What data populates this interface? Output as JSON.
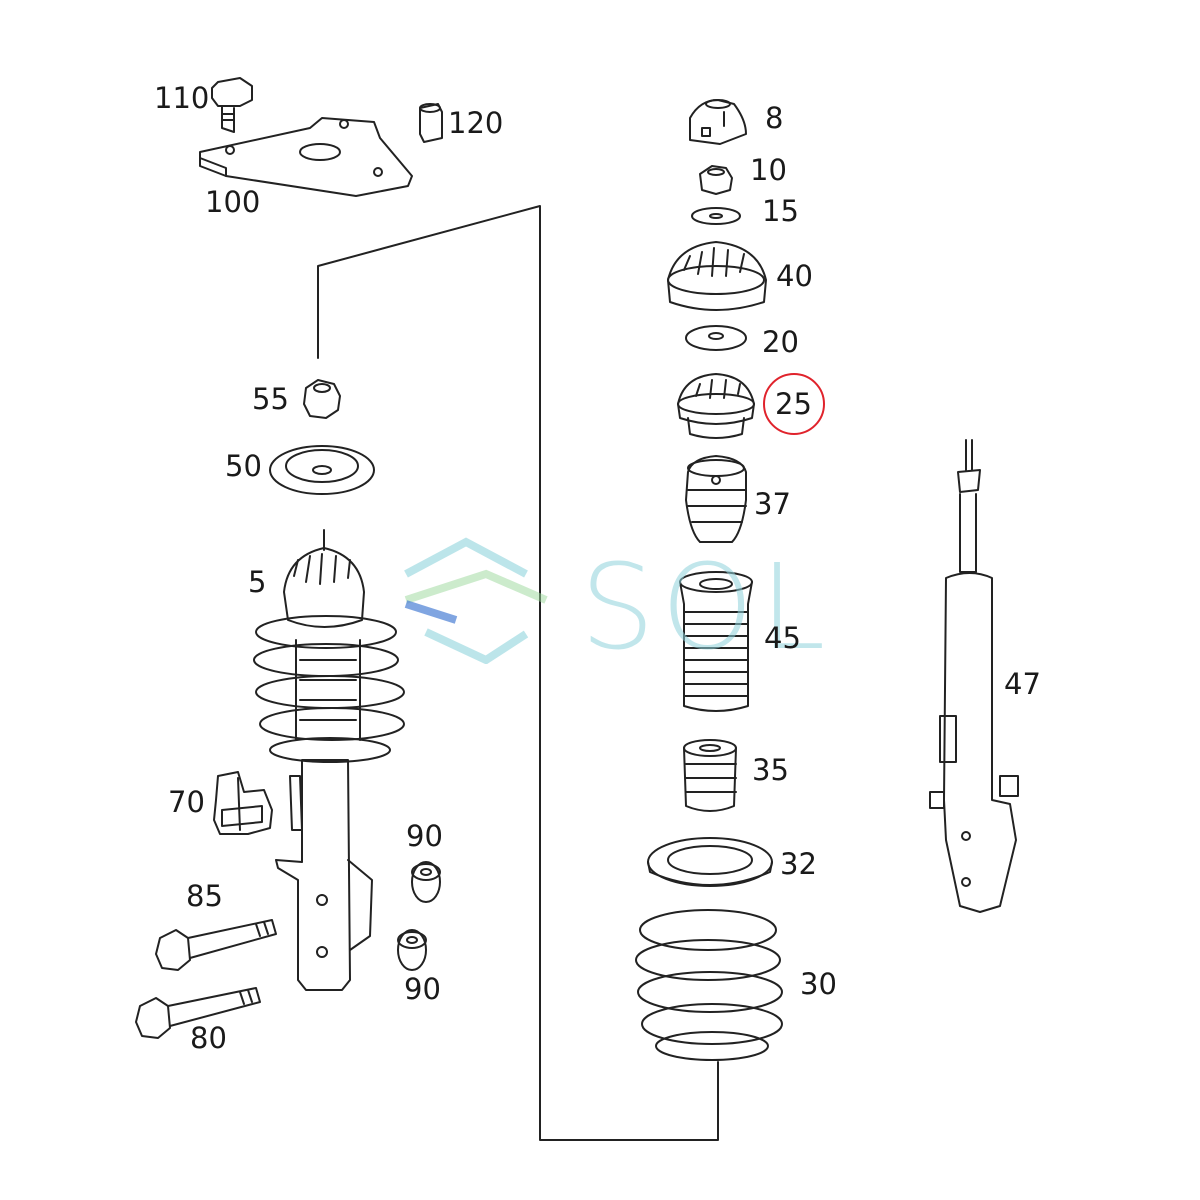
{
  "diagram": {
    "part_labels": {
      "p8": "8",
      "p10": "10",
      "p15": "15",
      "p40": "40",
      "p20": "20",
      "p25": "25",
      "p37": "37",
      "p45": "45",
      "p35": "35",
      "p32": "32",
      "p30": "30",
      "p47": "47",
      "p110": "110",
      "p120": "120",
      "p100": "100",
      "p55": "55",
      "p50": "50",
      "p5": "5",
      "p70": "70",
      "p90a": "90",
      "p90b": "90",
      "p85": "85",
      "p80": "80"
    },
    "highlighted_part": "25",
    "highlight_color": "#e0232c"
  },
  "watermark": {
    "text": "SOL",
    "color": "#8fd3dc",
    "accent_color": "#4a7fd4"
  }
}
